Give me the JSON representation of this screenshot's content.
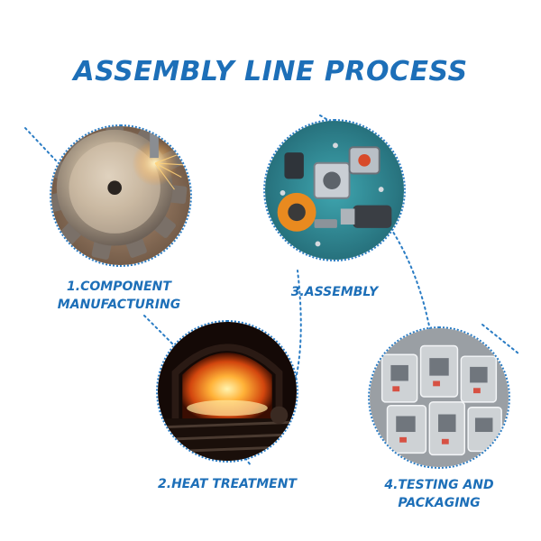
{
  "title": "ASSEMBLY LINE PROCESS",
  "steps": [
    {
      "label_line1": "1.COMPONENT",
      "label_line2": "MANUFACTURING",
      "image": "sprocket-cutting-photo"
    },
    {
      "label_line1": "2.HEAT TREATMENT",
      "label_line2": "",
      "image": "furnace-photo"
    },
    {
      "label_line1": "3.ASSEMBLY",
      "label_line2": "",
      "image": "machine-parts-photo"
    },
    {
      "label_line1": "4.TESTING AND",
      "label_line2": "PACKAGING",
      "image": "packaged-parts-photo"
    }
  ],
  "colors": {
    "accent": "#1d6fb8",
    "connector": "#2a7cc4"
  }
}
